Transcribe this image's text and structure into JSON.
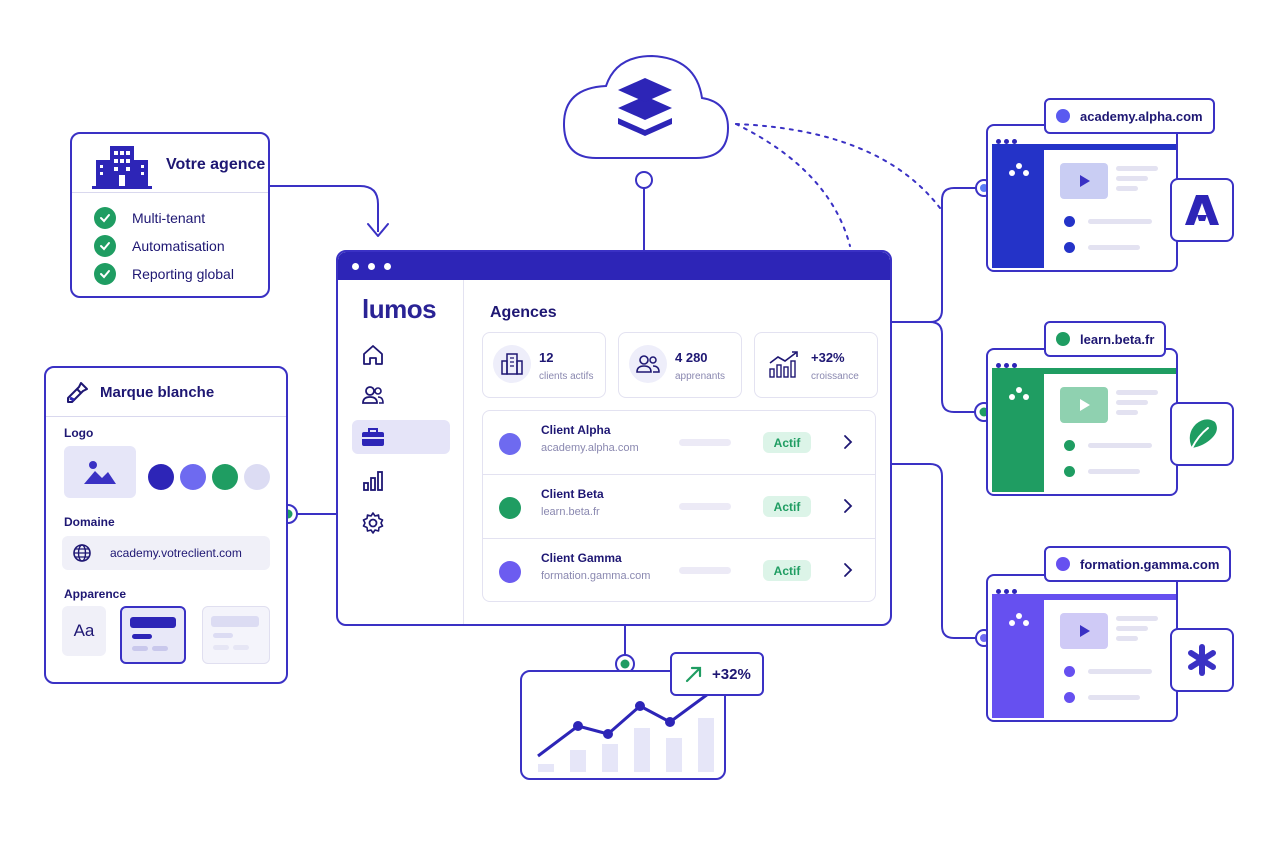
{
  "agency": {
    "title": "Votre agence",
    "features": [
      "Multi-tenant",
      "Automatisation",
      "Reporting global"
    ]
  },
  "white_label": {
    "title": "Marque blanche",
    "logo_label": "Logo",
    "domain_label": "Domaine",
    "domain_value": "academy.votreclient.com",
    "appearance_label": "Apparence",
    "font_sample": "Aa",
    "swatches": [
      "#2d25b7",
      "#6e6af0",
      "#1f9d62",
      "#dcdcf3"
    ]
  },
  "app": {
    "logo": "lumos",
    "section_title": "Agences",
    "stats": [
      {
        "value": "12",
        "label": "clients actifs",
        "icon": "building-icon"
      },
      {
        "value": "4 280",
        "label": "apprenants",
        "icon": "users-icon"
      },
      {
        "value": "+32%",
        "label": "croissance",
        "icon": "growth-chart-icon"
      }
    ],
    "clients": [
      {
        "name": "Client Alpha",
        "url": "academy.alpha.com",
        "status": "Actif",
        "color": "#6e6af0"
      },
      {
        "name": "Client Beta",
        "url": "learn.beta.fr",
        "status": "Actif",
        "color": "#1f9d62"
      },
      {
        "name": "Client Gamma",
        "url": "formation.gamma.com",
        "status": "Actif",
        "color": "#6c5cf0"
      }
    ]
  },
  "growth": {
    "label": "+32%"
  },
  "tenants": [
    {
      "url": "academy.alpha.com",
      "accent": "#2433c8",
      "brand_icon": "letter-a-logo-icon"
    },
    {
      "url": "learn.beta.fr",
      "accent": "#1f9d62",
      "brand_icon": "leaf-logo-icon"
    },
    {
      "url": "formation.gamma.com",
      "accent": "#6650f0",
      "brand_icon": "asterisk-logo-icon"
    }
  ]
}
